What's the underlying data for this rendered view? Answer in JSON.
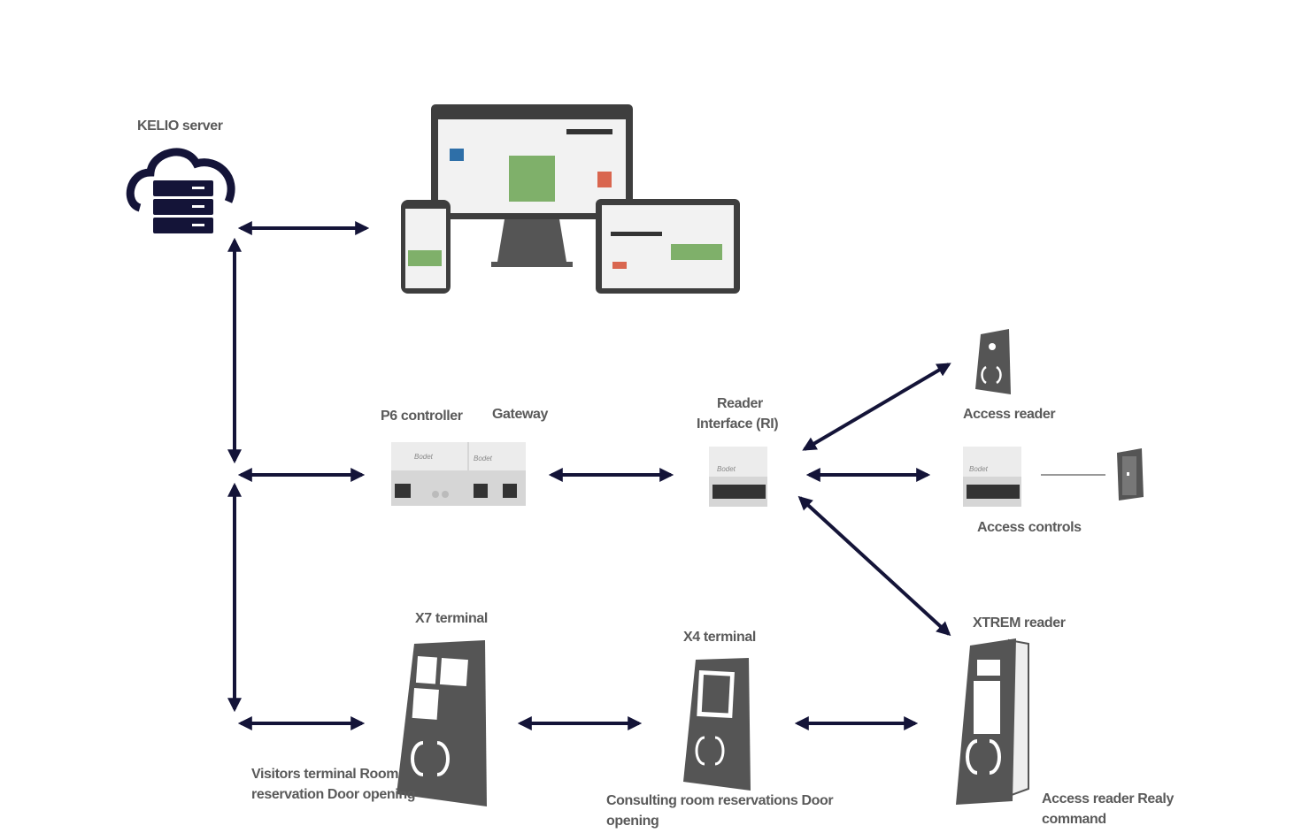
{
  "colors": {
    "arrow": "#141438",
    "device": "#555555",
    "module": "#dcdcdc",
    "text": "#5a5a5a",
    "server": "#141438"
  },
  "labels": {
    "server": "KELIO server",
    "p6": "P6 controller",
    "gateway": "Gateway",
    "ri_line1": "Reader",
    "ri_line2": "Interface (RI)",
    "access_reader": "Access reader",
    "access_controls": "Access controls",
    "x7": "X7 terminal",
    "x4": "X4 terminal",
    "xtrem": "XTREM reader",
    "x7_desc": "Visitors terminal Room reservation Door opening",
    "x4_desc": "Consulting room reservations Door opening",
    "xtrem_desc": "Access reader Realy command"
  },
  "module_brand": "Bodet"
}
